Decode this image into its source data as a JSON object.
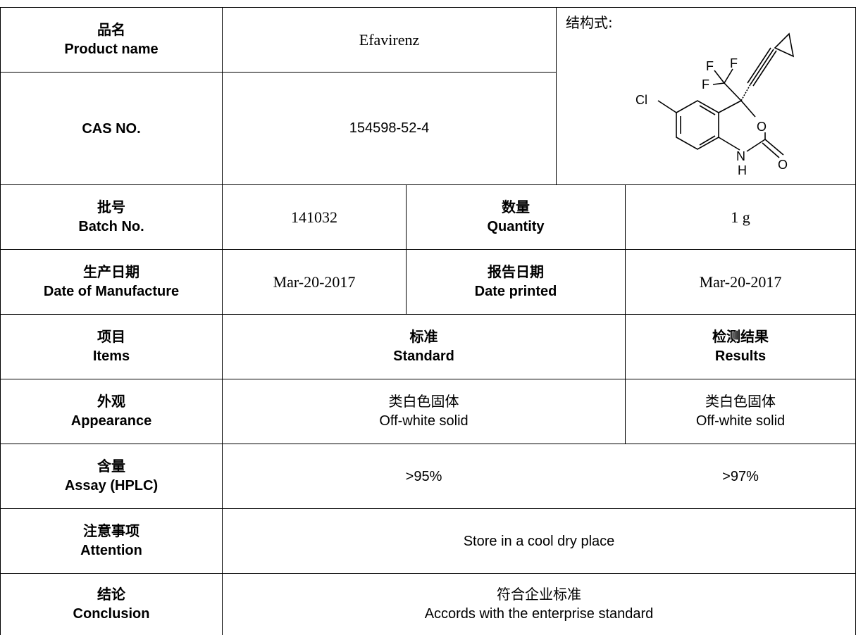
{
  "product_name": {
    "label_cn": "品名",
    "label_en": "Product name",
    "value": "Efavirenz"
  },
  "cas_no": {
    "label_en": "CAS NO.",
    "value": "154598-52-4"
  },
  "structure": {
    "label": "结构式:",
    "atoms": {
      "cl": "Cl",
      "o_ring": "O",
      "o_carbonyl": "O",
      "n": "N",
      "h": "H",
      "f1": "F",
      "f2": "F",
      "f3": "F"
    }
  },
  "batch": {
    "label_cn": "批号",
    "label_en": "Batch No.",
    "value": "141032"
  },
  "quantity": {
    "label_cn": "数量",
    "label_en": "Quantity",
    "value": "1 g"
  },
  "manufacture": {
    "label_cn": "生产日期",
    "label_en": "Date of Manufacture",
    "value": "Mar-20-2017"
  },
  "printed": {
    "label_cn": "报告日期",
    "label_en": "Date printed",
    "value": "Mar-20-2017"
  },
  "header_row": {
    "items_cn": "项目",
    "items_en": "Items",
    "standard_cn": "标准",
    "standard_en": "Standard",
    "results_cn": "检测结果",
    "results_en": "Results"
  },
  "appearance": {
    "label_cn": "外观",
    "label_en": "Appearance",
    "standard_cn": "类白色固体",
    "standard_en": "Off-white solid",
    "result_cn": "类白色固体",
    "result_en": "Off-white solid"
  },
  "assay": {
    "label_cn": "含量",
    "label_en": "Assay (HPLC)",
    "standard": ">95%",
    "result": ">97%"
  },
  "attention": {
    "label_cn": "注意事项",
    "label_en": "Attention",
    "value": "Store in a cool dry place"
  },
  "conclusion": {
    "label_cn": "结论",
    "label_en": "Conclusion",
    "value_cn": "符合企业标准",
    "value_en": "Accords with the enterprise standard"
  }
}
